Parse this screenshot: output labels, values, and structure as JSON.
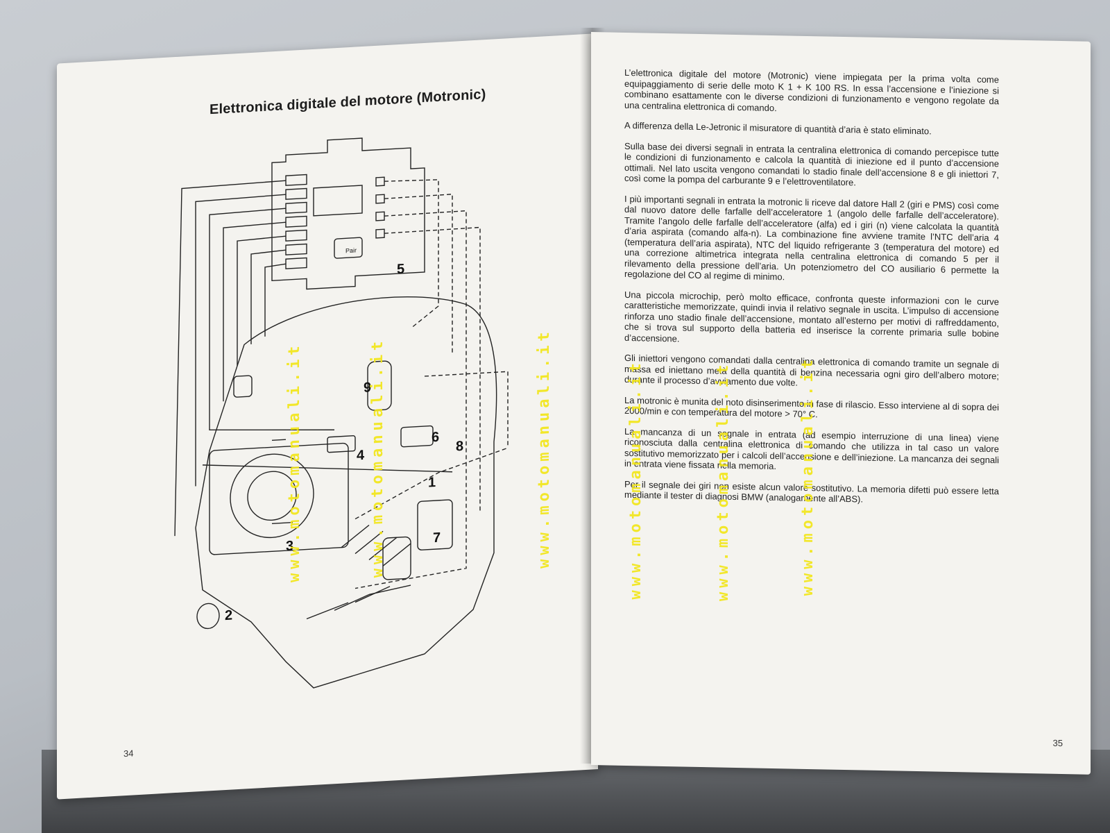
{
  "book": {
    "left_page": {
      "title": "Elettronica digitale del motore (Motronic)",
      "page_number": "34",
      "diagram_labels": [
        "1",
        "2",
        "3",
        "4",
        "5",
        "6",
        "7",
        "8",
        "9"
      ],
      "pair_label": "Pair"
    },
    "right_page": {
      "page_number": "35",
      "paragraphs": [
        "L’elettronica digitale del motore (Motronic) viene impiegata per la prima volta come equipaggiamento di serie delle moto K 1 + K 100 RS. In essa l’accensione e l’iniezione si combinano esattamente con le diverse condizioni di funzionamento e vengono regolate da una centralina elettronica di comando.",
        "A differenza della Le-Jetronic il misuratore di quantità d’aria è stato eliminato.",
        "Sulla base dei diversi segnali in entrata la centralina elettronica di comando percepisce tutte le condizioni di funzionamento e calcola la quantità di iniezione ed il punto d’accensione ottimali. Nel lato uscita vengono comandati lo stadio finale dell’accensione 8 e gli iniettori 7, così come la pompa del carburante 9 e l’elettroventilatore.",
        "I più importanti segnali in entrata la motronic li riceve dal datore Hall 2 (giri e PMS) così come dal nuovo datore delle farfalle dell’acceleratore 1 (angolo delle farfalle dell’acceleratore). Tramite l’angolo delle farfalle dell’acceleratore (alfa) ed i giri (n) viene calcolata la quantità d’aria aspirata (comando alfa-n). La combinazione fine avviene tramite l’NTC dell’aria 4 (temperatura dell’aria aspirata), NTC del liquido refrigerante 3 (temperatura del motore) ed una correzione altimetrica integrata nella centralina elettronica di comando 5 per il rilevamento della pressione dell’aria. Un potenziometro del CO ausiliario 6 permette la regolazione del CO al regime di minimo.",
        "Una piccola microchip, però molto efficace, confronta queste informazioni con le curve caratteristiche memorizzate, quindi invia il relativo segnale in uscita. L’impulso di accensione rinforza uno stadio finale dell’accensione, montato all’esterno per motivi di raffreddamento, che si trova sul supporto della batteria ed inserisce la corrente primaria sulle bobine d’accensione.",
        "Gli iniettori vengono comandati dalla centralina elettronica di comando tramite un segnale di massa ed iniettano metà della quantità di benzina necessaria ogni giro dell’albero motore; durante il processo d’avviamento due volte.",
        "La motronic è munita del noto disinserimento in fase di rilascio. Esso interviene al di sopra dei 2000/min e con temperatura del motore > 70° C.",
        "La mancanza di un segnale in entrata (ad esempio interruzione di una linea) viene riconosciuta dalla centralina elettronica di comando che utilizza in tal caso un valore sostitutivo memorizzato per i calcoli dell’accensione e dell’iniezione. La mancanza dei segnali in entrata viene fissata nella memoria.",
        "Per il segnale dei giri non esiste alcun valore sostitutivo. La memoria difetti può essere letta mediante il tester di diagnosi BMW (analogamente all’ABS)."
      ]
    },
    "watermark_text": "www.motomanuali.it",
    "colors": {
      "paper": "#f4f3ef",
      "ink": "#1f1f1f",
      "watermark": "#f2e61a"
    }
  }
}
